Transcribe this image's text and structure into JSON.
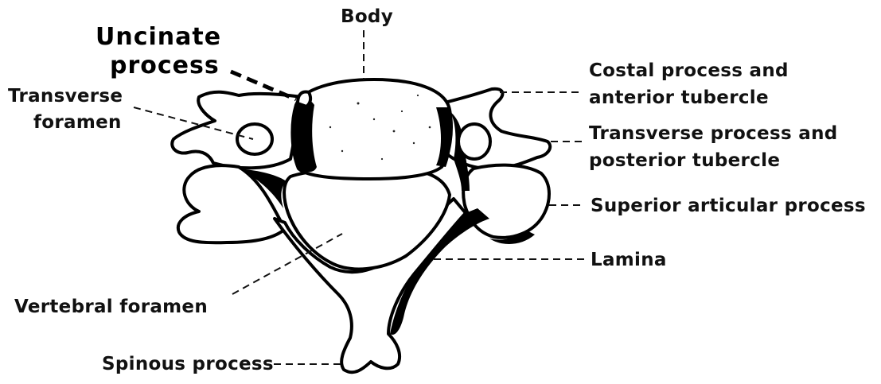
{
  "labels": {
    "body": "Body",
    "uncinate_line1": "Uncinate",
    "uncinate_line2": "process",
    "transverse_foramen_line1": "Transverse",
    "transverse_foramen_line2": "foramen",
    "costal_line1": "Costal process and",
    "costal_line2": "anterior tubercle",
    "transverse_process_line1": "Transverse process and",
    "transverse_process_line2": "posterior tubercle",
    "superior_articular": "Superior articular process",
    "lamina": "Lamina",
    "vertebral_foramen": "Vertebral foramen",
    "spinous_process": "Spinous process"
  }
}
